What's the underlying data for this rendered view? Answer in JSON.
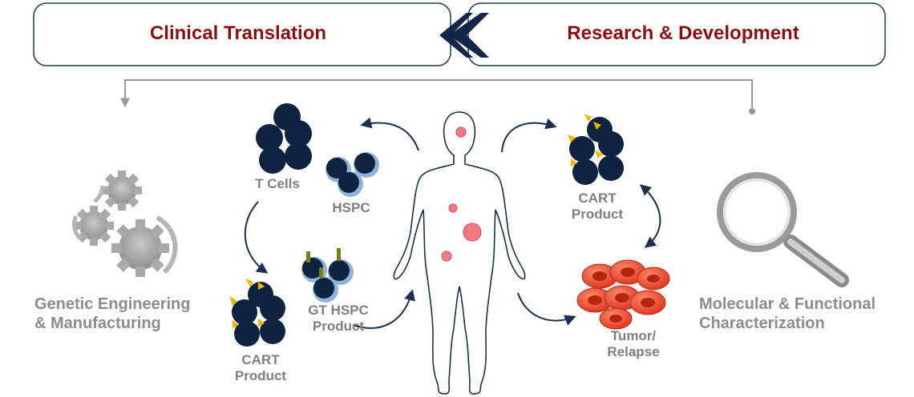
{
  "header": {
    "left_title": "Clinical Translation",
    "right_title": "Research & Development",
    "title_color": "#8b0f12",
    "box_border_color": "#1f3a5c",
    "chevron_color": "#12264a"
  },
  "sections": {
    "left": {
      "line1": "Genetic Engineering",
      "line2": "& Manufacturing",
      "icon": "gears-icon"
    },
    "right": {
      "line1": "Molecular & Functional",
      "line2": "Characterization",
      "icon": "magnifier-icon"
    }
  },
  "cells": {
    "t_cells": "T Cells",
    "hspc": "HSPC",
    "gt_hspc_line1": "GT HSPC",
    "gt_hspc_line2": "Product",
    "cart_left_line1": "CART",
    "cart_left_line2": "Product",
    "cart_right_line1": "CART",
    "cart_right_line2": "Product",
    "tumor_line1": "Tumor/",
    "tumor_line2": "Relapse"
  },
  "colors": {
    "cell_dark": "#0d2340",
    "hspc_ring": "#8fb3d9",
    "car_marker": "#f2b400",
    "receptor": "#7a7f1c",
    "arrow": "#1a2f52",
    "tumor": "#e8452a",
    "lesion": "#ee7b84",
    "label_gray": "#7f7f7f"
  }
}
